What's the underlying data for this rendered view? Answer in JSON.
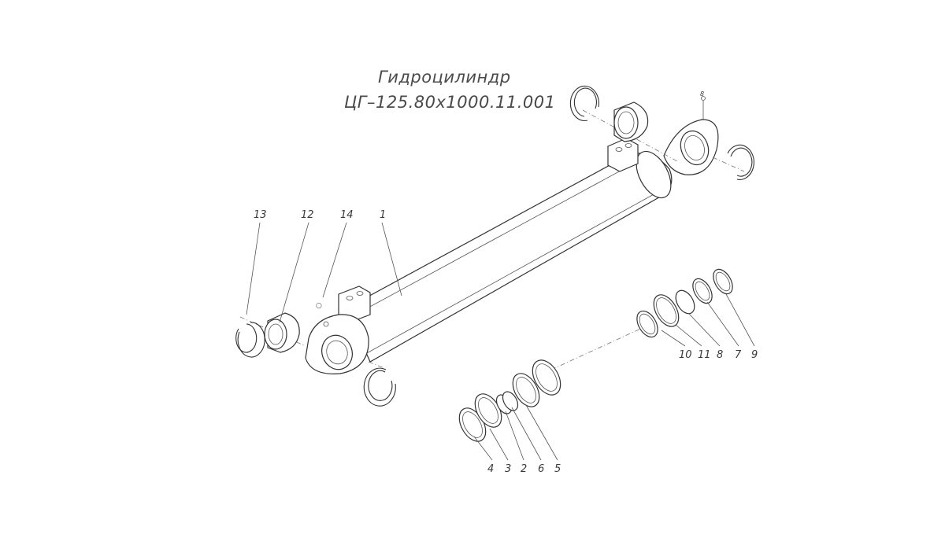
{
  "title": {
    "line1": "Гидроцилиндр",
    "line2": "ЦГ–125.80х1000.11.001"
  },
  "callouts": {
    "c1": "1",
    "c2": "2",
    "c3": "3",
    "c4": "4",
    "c5": "5",
    "c6": "6",
    "c7": "7",
    "c8": "8",
    "c9": "9",
    "c10": "10",
    "c11": "11",
    "c12": "12",
    "c13": "13",
    "c14": "14",
    "c8_small": "8"
  }
}
